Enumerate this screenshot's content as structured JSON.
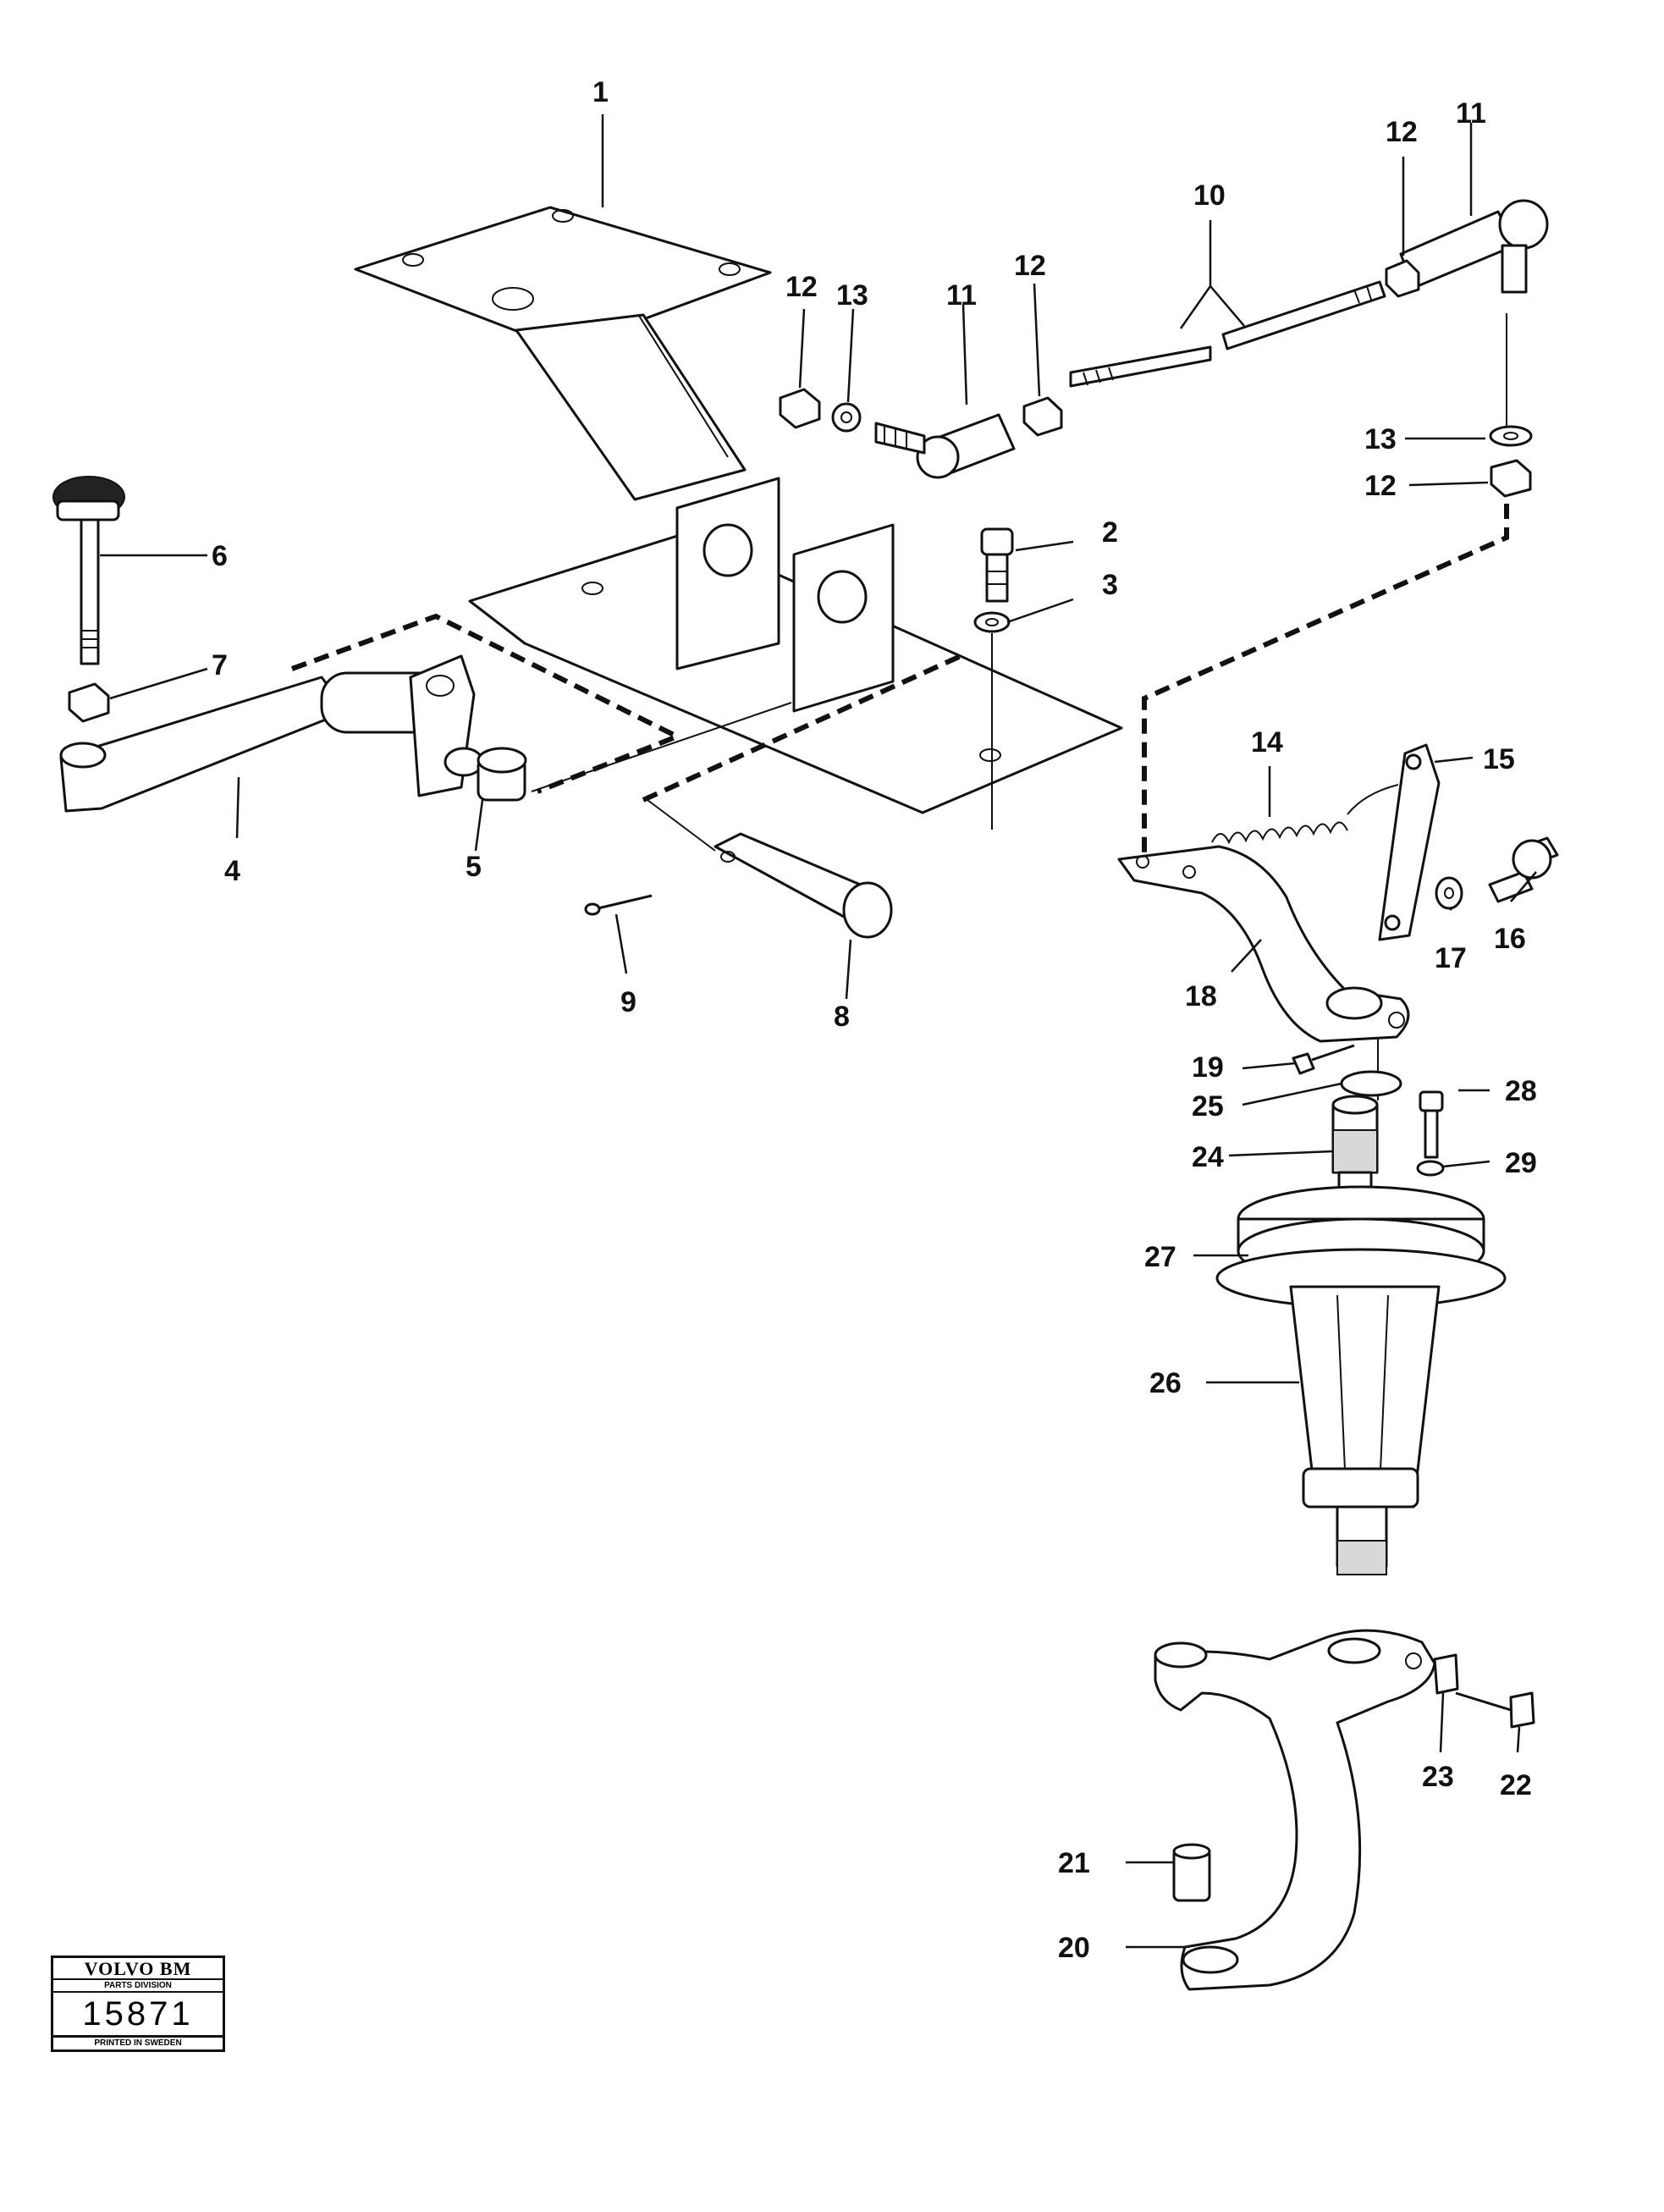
{
  "diagram": {
    "callouts": [
      {
        "id": "c1",
        "label": "1"
      },
      {
        "id": "c2",
        "label": "2"
      },
      {
        "id": "c3",
        "label": "3"
      },
      {
        "id": "c4",
        "label": "4"
      },
      {
        "id": "c5",
        "label": "5"
      },
      {
        "id": "c6",
        "label": "6"
      },
      {
        "id": "c7",
        "label": "7"
      },
      {
        "id": "c8",
        "label": "8"
      },
      {
        "id": "c9",
        "label": "9"
      },
      {
        "id": "c10",
        "label": "10"
      },
      {
        "id": "c11a",
        "label": "11"
      },
      {
        "id": "c11b",
        "label": "11"
      },
      {
        "id": "c12a",
        "label": "12"
      },
      {
        "id": "c12b",
        "label": "12"
      },
      {
        "id": "c12c",
        "label": "12"
      },
      {
        "id": "c12d",
        "label": "12"
      },
      {
        "id": "c13a",
        "label": "13"
      },
      {
        "id": "c13b",
        "label": "13"
      },
      {
        "id": "c14",
        "label": "14"
      },
      {
        "id": "c15",
        "label": "15"
      },
      {
        "id": "c16",
        "label": "16"
      },
      {
        "id": "c17",
        "label": "17"
      },
      {
        "id": "c18",
        "label": "18"
      },
      {
        "id": "c19",
        "label": "19"
      },
      {
        "id": "c20",
        "label": "20"
      },
      {
        "id": "c21",
        "label": "21"
      },
      {
        "id": "c22",
        "label": "22"
      },
      {
        "id": "c23",
        "label": "23"
      },
      {
        "id": "c24",
        "label": "24"
      },
      {
        "id": "c25",
        "label": "25"
      },
      {
        "id": "c26",
        "label": "26"
      },
      {
        "id": "c27",
        "label": "27"
      },
      {
        "id": "c28",
        "label": "28"
      },
      {
        "id": "c29",
        "label": "29"
      }
    ]
  },
  "stamp": {
    "brand": "VOLVO BM",
    "division": "PARTS DIVISION",
    "number": "15871",
    "printed": "PRINTED IN SWEDEN"
  }
}
